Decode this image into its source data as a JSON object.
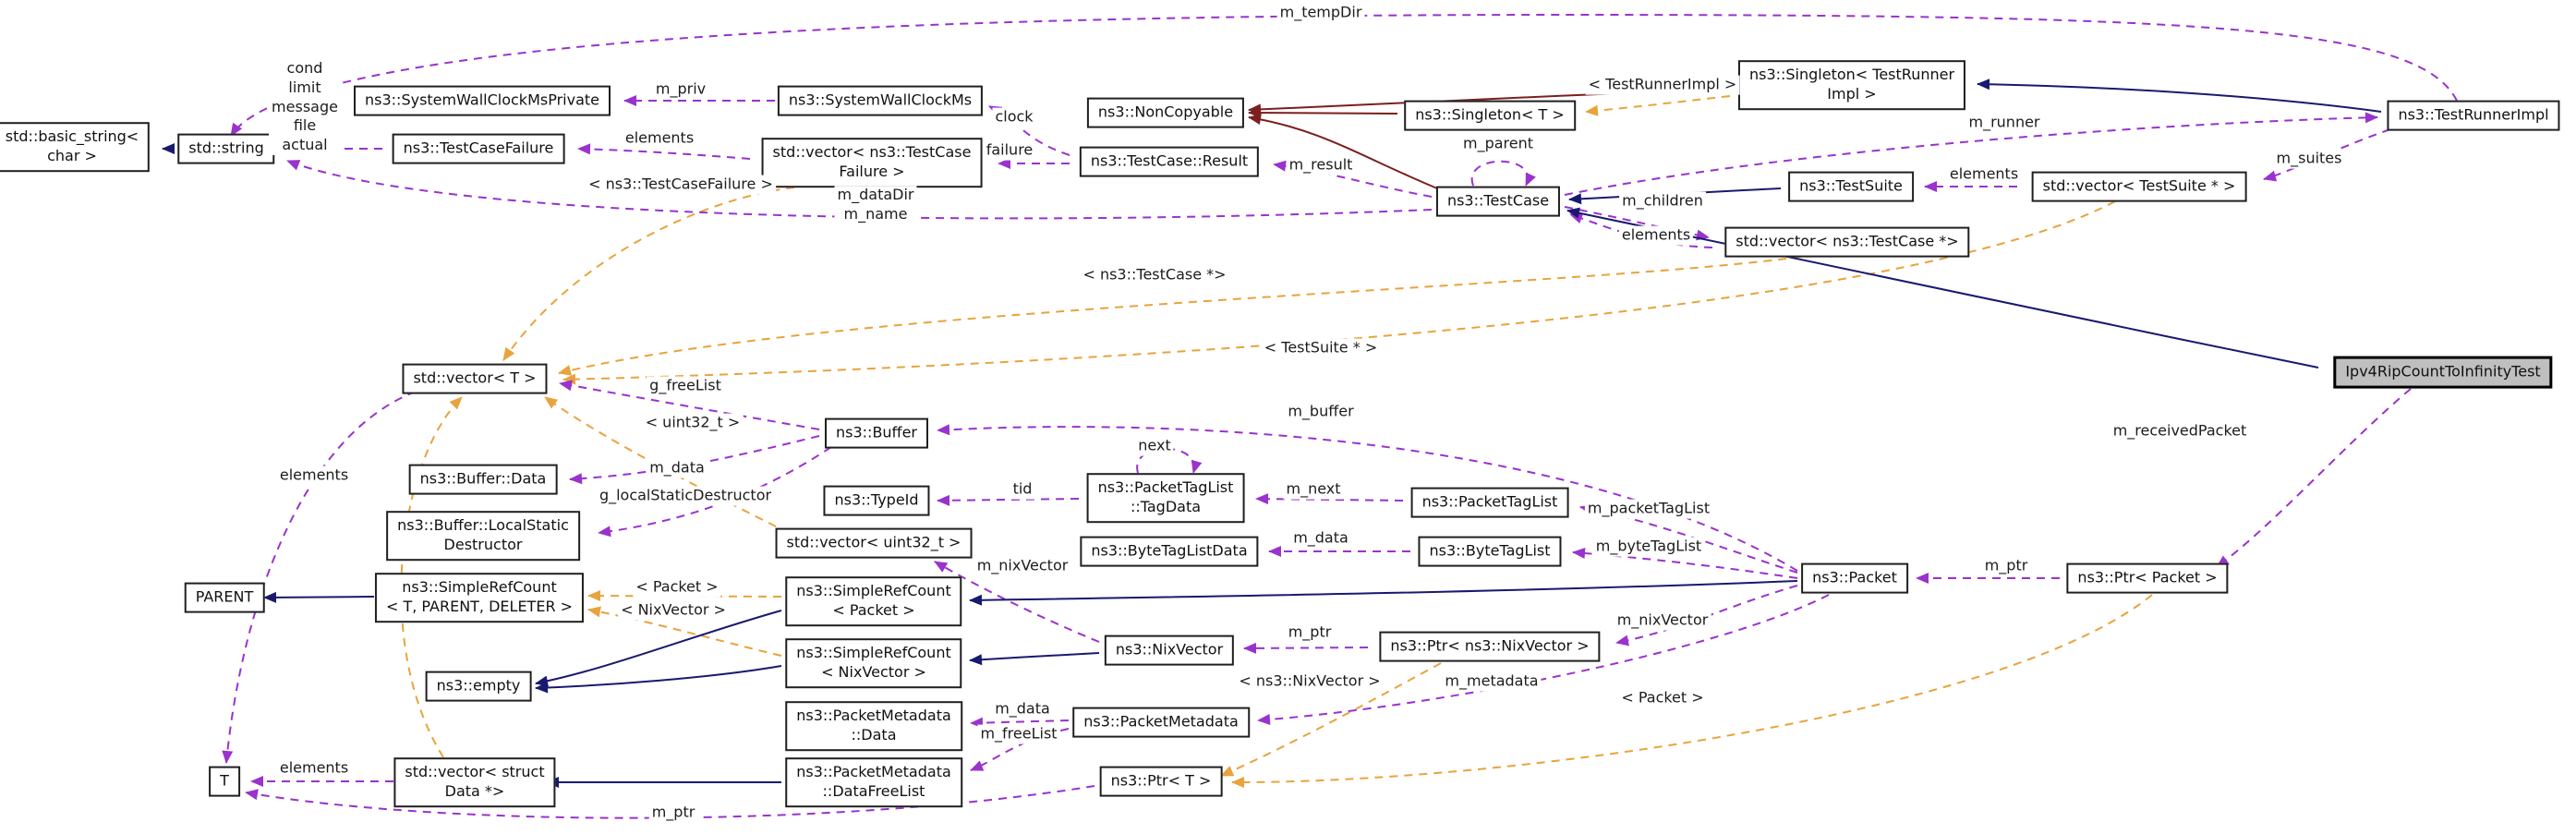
{
  "colors": {
    "usage_edge": "#9A32CD",
    "template_edge": "#E8A33D",
    "public_inheritance_edge": "#191970",
    "private_inheritance_edge": "#7B1F1F",
    "node_bg": "#FFFFFF",
    "node_border": "#1F1F1F",
    "highlight_node_bg": "#BFBFBF"
  },
  "nodes": [
    {
      "id": "basic-string",
      "label": "std::basic_string<\nchar >"
    },
    {
      "id": "std-string",
      "label": "std::string"
    },
    {
      "id": "system-wall-clock-ms-private",
      "label": "ns3::SystemWallClockMsPrivate"
    },
    {
      "id": "test-case-failure",
      "label": "ns3::TestCaseFailure"
    },
    {
      "id": "system-wall-clock-ms",
      "label": "ns3::SystemWallClockMs"
    },
    {
      "id": "vector-test-case-failure",
      "label": "std::vector< ns3::TestCase\nFailure >"
    },
    {
      "id": "non-copyable",
      "label": "ns3::NonCopyable"
    },
    {
      "id": "test-case-result",
      "label": "ns3::TestCase::Result"
    },
    {
      "id": "singleton-t",
      "label": "ns3::Singleton< T >"
    },
    {
      "id": "singleton-test-runner-impl",
      "label": "ns3::Singleton< TestRunner\nImpl >"
    },
    {
      "id": "test-runner-impl",
      "label": "ns3::TestRunnerImpl"
    },
    {
      "id": "test-case",
      "label": "ns3::TestCase"
    },
    {
      "id": "test-suite",
      "label": "ns3::TestSuite"
    },
    {
      "id": "vector-test-suite",
      "label": "std::vector< TestSuite * >"
    },
    {
      "id": "vector-test-case",
      "label": "std::vector< ns3::TestCase *>"
    },
    {
      "id": "ipv4-rip-count-to-infinity-test",
      "label": "Ipv4RipCountToInfinityTest"
    },
    {
      "id": "vector-t",
      "label": "std::vector< T >"
    },
    {
      "id": "buffer",
      "label": "ns3::Buffer"
    },
    {
      "id": "buffer-data",
      "label": "ns3::Buffer::Data"
    },
    {
      "id": "buffer-local-static-destructor",
      "label": "ns3::Buffer::LocalStatic\nDestructor"
    },
    {
      "id": "type-id",
      "label": "ns3::TypeId"
    },
    {
      "id": "packet-tag-list-tag-data",
      "label": "ns3::PacketTagList\n::TagData"
    },
    {
      "id": "packet-tag-list",
      "label": "ns3::PacketTagList"
    },
    {
      "id": "vector-uint32",
      "label": "std::vector< uint32_t >"
    },
    {
      "id": "byte-tag-list-data",
      "label": "ns3::ByteTagListData"
    },
    {
      "id": "byte-tag-list",
      "label": "ns3::ByteTagList"
    },
    {
      "id": "parent",
      "label": "PARENT"
    },
    {
      "id": "simple-ref-count-template",
      "label": "ns3::SimpleRefCount\n< T, PARENT, DELETER >"
    },
    {
      "id": "simple-ref-count-packet",
      "label": "ns3::SimpleRefCount\n< Packet >"
    },
    {
      "id": "simple-ref-count-nix-vector",
      "label": "ns3::SimpleRefCount\n< NixVector >"
    },
    {
      "id": "empty",
      "label": "ns3::empty"
    },
    {
      "id": "nix-vector",
      "label": "ns3::NixVector"
    },
    {
      "id": "ptr-nix-vector",
      "label": "ns3::Ptr< ns3::NixVector >"
    },
    {
      "id": "packet",
      "label": "ns3::Packet"
    },
    {
      "id": "ptr-packet",
      "label": "ns3::Ptr< Packet >"
    },
    {
      "id": "packet-metadata-data",
      "label": "ns3::PacketMetadata\n::Data"
    },
    {
      "id": "packet-metadata",
      "label": "ns3::PacketMetadata"
    },
    {
      "id": "t",
      "label": "T"
    },
    {
      "id": "vector-struct-data",
      "label": "std::vector< struct\nData *>"
    },
    {
      "id": "packet-metadata-data-free-list",
      "label": "ns3::PacketMetadata\n::DataFreeList"
    },
    {
      "id": "ptr-t",
      "label": "ns3::Ptr< T >"
    }
  ],
  "edge_labels": [
    {
      "text": "m_tempDir"
    },
    {
      "text": "cond\nlimit\nmessage\nfile\nactual"
    },
    {
      "text": "m_priv"
    },
    {
      "text": "elements"
    },
    {
      "text": "< ns3::TestCaseFailure >"
    },
    {
      "text": "clock"
    },
    {
      "text": "failure"
    },
    {
      "text": "m_result"
    },
    {
      "text": "m_parent"
    },
    {
      "text": "< TestRunnerImpl >"
    },
    {
      "text": "m_runner"
    },
    {
      "text": "m_suites"
    },
    {
      "text": "elements"
    },
    {
      "text": "m_children"
    },
    {
      "text": "elements"
    },
    {
      "text": "m_dataDir\nm_name"
    },
    {
      "text": "< ns3::TestCase *>"
    },
    {
      "text": "< TestSuite * >"
    },
    {
      "text": "g_freeList"
    },
    {
      "text": "m_buffer"
    },
    {
      "text": "< uint32_t >"
    },
    {
      "text": "elements"
    },
    {
      "text": "m_data"
    },
    {
      "text": "g_localStaticDestructor"
    },
    {
      "text": "next"
    },
    {
      "text": "tid"
    },
    {
      "text": "m_next"
    },
    {
      "text": "m_packetTagList"
    },
    {
      "text": "m_data"
    },
    {
      "text": "m_byteTagList"
    },
    {
      "text": "m_nixVector"
    },
    {
      "text": "< Packet >"
    },
    {
      "text": "< NixVector >"
    },
    {
      "text": "m_ptr"
    },
    {
      "text": "m_nixVector"
    },
    {
      "text": "m_ptr"
    },
    {
      "text": "m_receivedPacket"
    },
    {
      "text": "< ns3::NixVector >"
    },
    {
      "text": "m_metadata"
    },
    {
      "text": "< Packet >"
    },
    {
      "text": "m_data"
    },
    {
      "text": "m_freeList"
    },
    {
      "text": "elements"
    },
    {
      "text": "m_ptr"
    }
  ]
}
